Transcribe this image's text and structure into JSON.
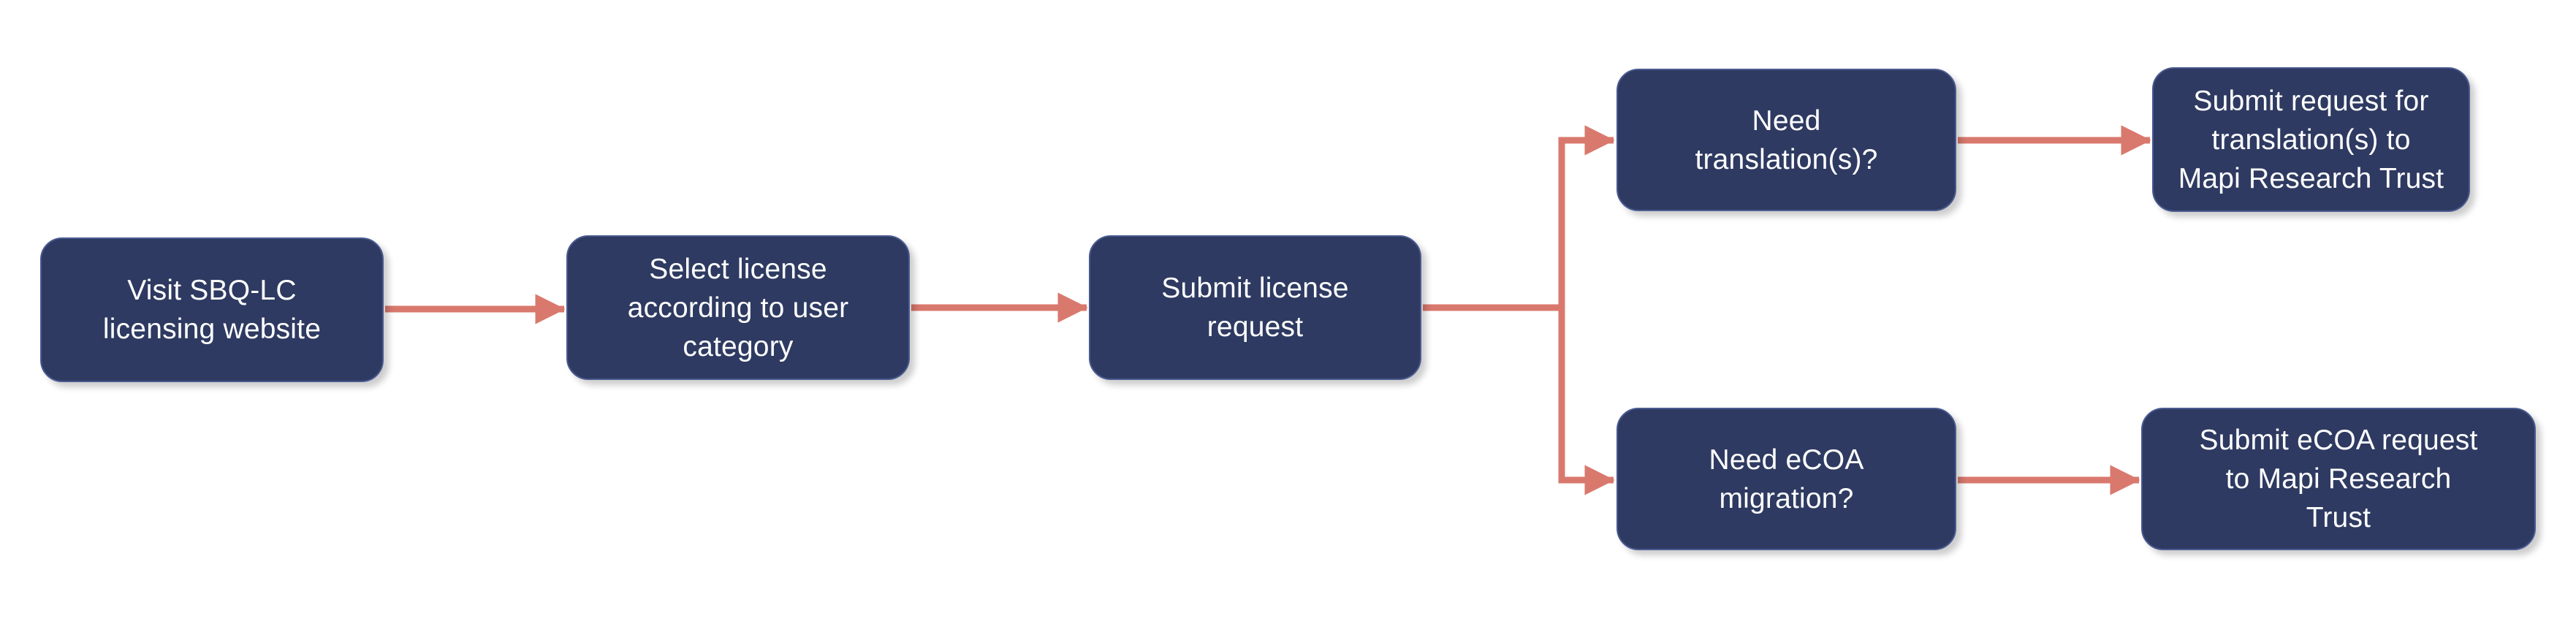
{
  "diagram": {
    "title": "SBQ-LC licensing request process flowchart",
    "theme": {
      "node_fill": "#2E3A61",
      "node_border": "#4A5A91",
      "node_text": "#FFFFFF",
      "connector": "#D9796E",
      "background": "#FFFFFF"
    },
    "nodes": [
      {
        "id": "visit-website",
        "label": "Visit SBQ-LC\nlicensing website",
        "lines": [
          "Visit SBQ-LC",
          "licensing website"
        ]
      },
      {
        "id": "select-license",
        "label": "Select license\naccording to user\ncategory",
        "lines": [
          "Select license",
          "according to user",
          "category"
        ]
      },
      {
        "id": "submit-request",
        "label": "Submit license\nrequest",
        "lines": [
          "Submit license",
          "request"
        ]
      },
      {
        "id": "need-translation",
        "label": "Need\ntranslation(s)?",
        "lines": [
          "Need",
          "translation(s)?"
        ]
      },
      {
        "id": "submit-translation",
        "label": "Submit request for\ntranslation(s) to\nMapi Research Trust",
        "lines": [
          "Submit request for",
          "translation(s) to",
          "Mapi Research Trust"
        ]
      },
      {
        "id": "need-ecoa",
        "label": "Need eCOA\nmigration?",
        "lines": [
          "Need eCOA",
          "migration?"
        ]
      },
      {
        "id": "submit-ecoa",
        "label": "Submit eCOA request\nto Mapi Research\nTrust",
        "lines": [
          "Submit eCOA request",
          "to Mapi Research",
          "Trust"
        ]
      }
    ],
    "edges": [
      {
        "id": "edge-1",
        "from": "visit-website",
        "to": "select-license",
        "label": ""
      },
      {
        "id": "edge-2",
        "from": "select-license",
        "to": "submit-request",
        "label": ""
      },
      {
        "id": "edge-3",
        "from": "submit-request",
        "to": "need-translation",
        "label": ""
      },
      {
        "id": "edge-4",
        "from": "submit-request",
        "to": "need-ecoa",
        "label": ""
      },
      {
        "id": "edge-5",
        "from": "need-translation",
        "to": "submit-translation",
        "label": ""
      },
      {
        "id": "edge-6",
        "from": "need-ecoa",
        "to": "submit-ecoa",
        "label": ""
      }
    ]
  }
}
